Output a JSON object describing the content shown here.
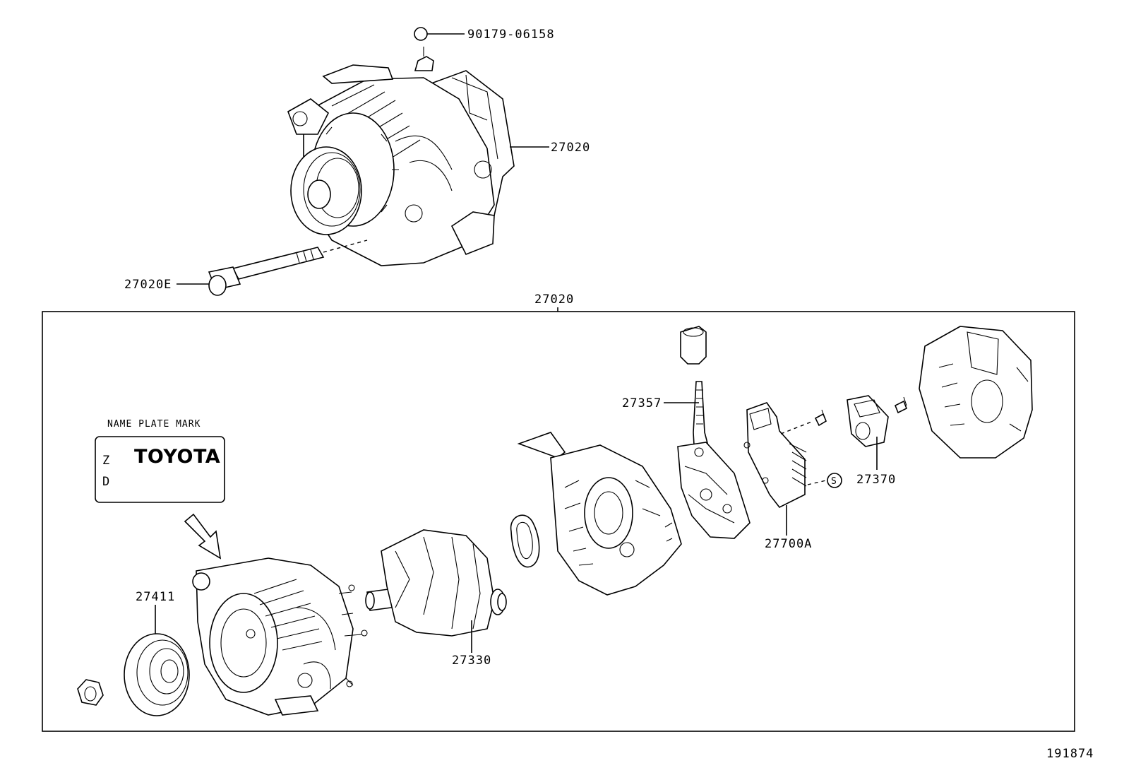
{
  "labels": {
    "bolt_top": "90179-06158",
    "alternator_assy": "27020",
    "bolt_through": "27020E",
    "frame_title": "27020",
    "rectifier_lead": "27357",
    "brush_holder": "27370",
    "regulator": "27700A",
    "pulley": "27411",
    "rotor": "27330",
    "diagram_id": "191874",
    "standard_symbol": "S"
  },
  "name_plate": {
    "title": "NAME PLATE MARK",
    "brand": "TOYOTA",
    "mark_line1": "Z",
    "mark_line2": "D"
  },
  "colors": {
    "ink": "#000000",
    "paper": "#ffffff"
  }
}
